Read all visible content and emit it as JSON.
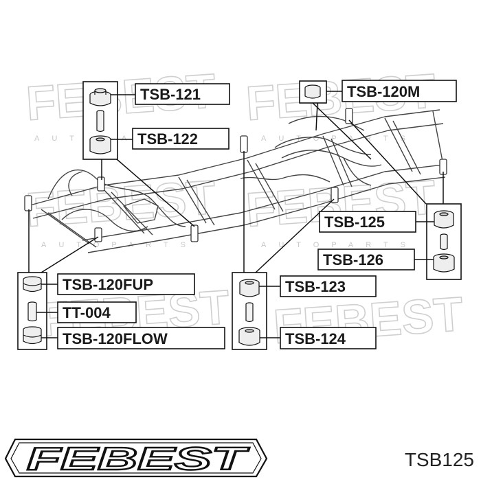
{
  "watermark": {
    "brand": "FEBEST",
    "sub": "AUTOPARTS"
  },
  "labels": {
    "tsb121": "TSB-121",
    "tsb122": "TSB-122",
    "tsb120m": "TSB-120M",
    "tsb125": "TSB-125",
    "tsb126": "TSB-126",
    "tsb120fup": "TSB-120FUP",
    "tt004": "TT-004",
    "tsb120flow": "TSB-120FLOW",
    "tsb123": "TSB-123",
    "tsb124": "TSB-124"
  },
  "footer": {
    "logo_text": "FEBEST",
    "part_number": "TSB125"
  },
  "colors": {
    "ink": "#1a1a1a",
    "watermark": "#cfcfcf",
    "background": "#ffffff"
  }
}
